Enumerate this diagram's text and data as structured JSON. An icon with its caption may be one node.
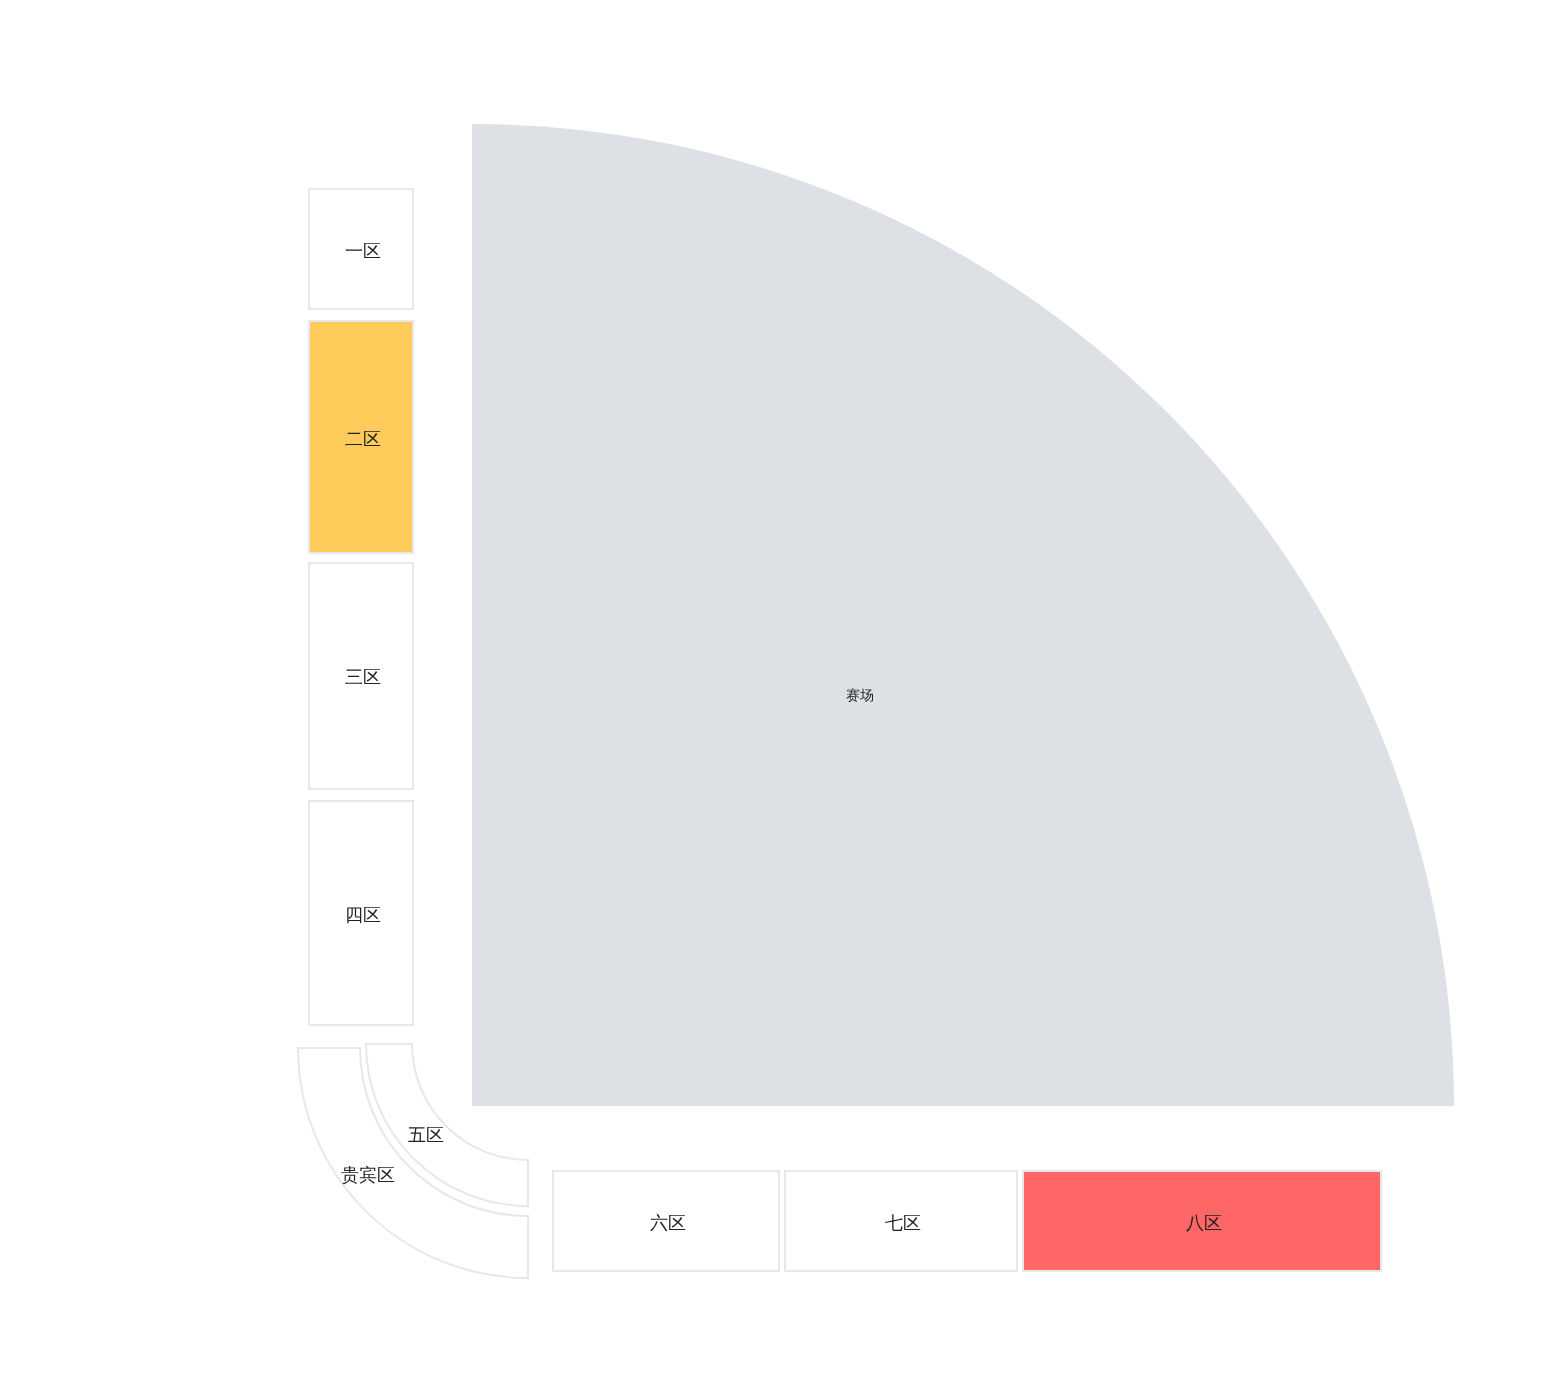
{
  "diagram": {
    "nodes": [
      {
        "text": [
          "赛场"
        ]
      },
      {
        "text": [
          "一区"
        ]
      },
      {
        "text": [
          "二区"
        ]
      },
      {
        "text": [
          "三区"
        ]
      },
      {
        "text": [
          "四区"
        ]
      },
      {
        "text": [
          "五区"
        ]
      },
      {
        "text": [
          "贵宾区"
        ]
      },
      {
        "text": [
          "六区"
        ]
      },
      {
        "text": [
          "七区"
        ]
      },
      {
        "text": [
          "八区"
        ]
      }
    ]
  }
}
